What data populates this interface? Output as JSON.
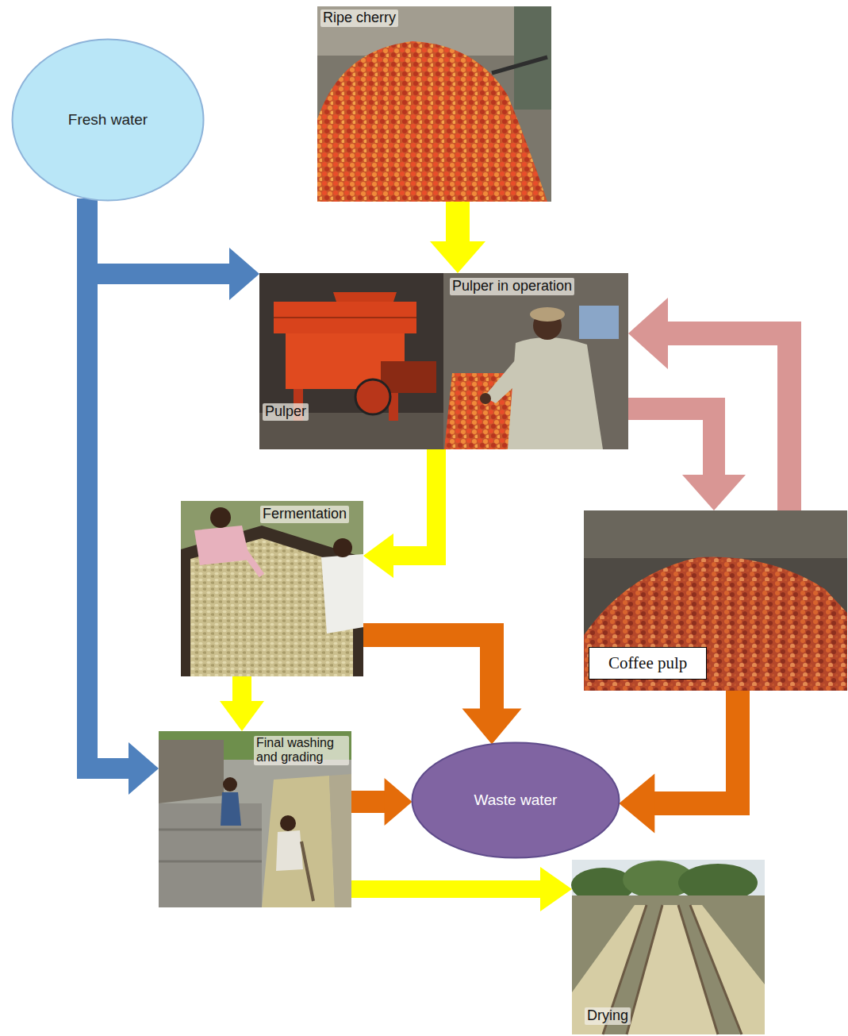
{
  "diagram": {
    "nodes": [
      {
        "text": [
          "Fresh water"
        ]
      },
      {
        "text": [
          "Ripe cherry"
        ]
      },
      {
        "text": [
          "Pulper",
          "Pulper in operation"
        ]
      },
      {
        "text": [
          "Fermentation"
        ]
      },
      {
        "text": [
          "Coffee pulp"
        ]
      },
      {
        "text": [
          "Final washing and grading"
        ]
      },
      {
        "text": [
          "Waste water"
        ]
      },
      {
        "text": [
          "Drying"
        ]
      }
    ],
    "edges": [
      {
        "from": 0,
        "to": 2,
        "arrow": "to"
      },
      {
        "from": 0,
        "to": 5,
        "arrow": "to"
      },
      {
        "from": 1,
        "to": 2,
        "arrow": "to"
      },
      {
        "from": 2,
        "to": 3,
        "arrow": "to"
      },
      {
        "from": 2,
        "to": 4,
        "arrow": "to"
      },
      {
        "from": 4,
        "to": 2,
        "arrow": "to"
      },
      {
        "from": 3,
        "to": 5,
        "arrow": "to"
      },
      {
        "from": 3,
        "to": 6,
        "arrow": "to"
      },
      {
        "from": 4,
        "to": 6,
        "arrow": "to"
      },
      {
        "from": 5,
        "to": 6,
        "arrow": "to"
      },
      {
        "from": 5,
        "to": 7,
        "arrow": "to"
      }
    ]
  }
}
